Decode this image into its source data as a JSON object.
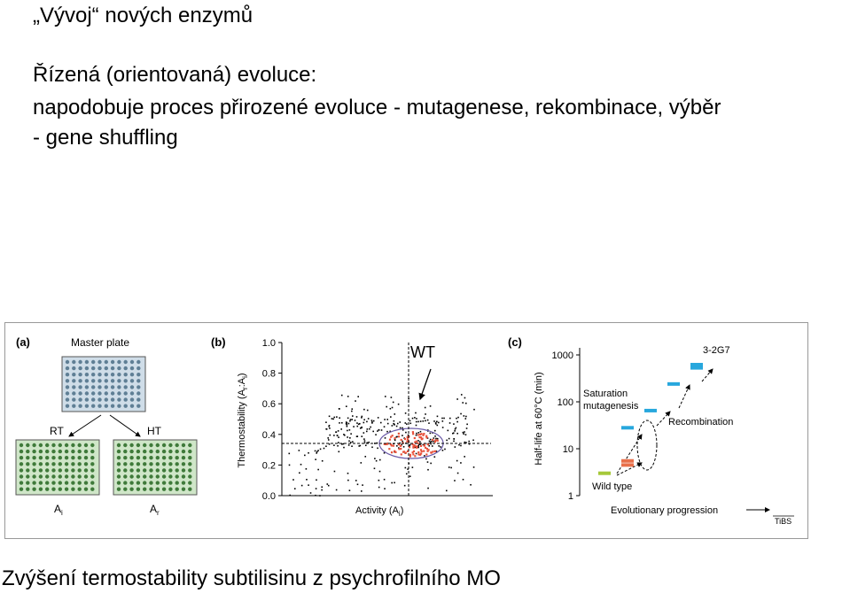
{
  "slide": {
    "title": "„Vývoj“ nových enzymů",
    "line1": "Řízená (orientovaná) evoluce:",
    "line2": "napodobuje proces přirozené evoluce - mutagenese, rekombinace, výběr",
    "line3": "- gene shuffling",
    "caption": "Zvýšení termostability subtilisinu z psychrofilního MO"
  },
  "figure": {
    "panel_a": {
      "label": "(a)",
      "master_plate": "Master plate",
      "rt": "RT",
      "ht": "HT",
      "ai": "A",
      "ai_sub": "i",
      "ar": "A",
      "ar_sub": "r"
    },
    "panel_b": {
      "label": "(b)",
      "wt_label": "WT",
      "chart_data": {
        "type": "scatter",
        "xlabel": "Activity (A",
        "xlabel_sub": "i",
        "xlabel_end": ")",
        "ylabel": "Thermostability (A",
        "ylabel_sub": "r",
        "ylabel_mid": ":A",
        "ylabel_sub2": "i",
        "ylabel_end": ")",
        "yticks": [
          "0.0",
          "0.2",
          "0.4",
          "0.6",
          "0.8",
          "1.0"
        ],
        "ylim": [
          0,
          1.0
        ],
        "wt_threshold_y": 0.35,
        "point_colors": {
          "library": "#000000",
          "wt": "#e8513a"
        },
        "circle_color": "#6a5aa8"
      }
    },
    "panel_c": {
      "label": "(c)",
      "chart_data": {
        "type": "scatter",
        "ylabel": "Half-life at 60°C (min)",
        "xlabel": "Evolutionary progression",
        "yscale": "log",
        "yticks": [
          "1",
          "10",
          "100",
          "1000"
        ],
        "ylim": [
          1,
          1000
        ],
        "labels": {
          "saturation": "Saturation",
          "mutagenesis": "mutagenesis",
          "recombination": "Recombination",
          "wild_type": "Wild type",
          "best": "3-2G7"
        },
        "series": [
          {
            "name": "Wild type",
            "color": "#a6c83a",
            "points": [
              {
                "x": 1,
                "y": 3
              }
            ]
          },
          {
            "name": "Saturation mutagenesis",
            "color": "#e8704a",
            "points": [
              {
                "x": 2,
                "y": 4.5
              },
              {
                "x": 2,
                "y": 5.5
              }
            ]
          },
          {
            "name": "Saturation mutagenesis",
            "color": "#27a7dd",
            "points": [
              {
                "x": 2,
                "y": 28
              }
            ]
          },
          {
            "name": "Recombination",
            "color": "#27a7dd",
            "points": [
              {
                "x": 3,
                "y": 65
              },
              {
                "x": 4,
                "y": 240
              },
              {
                "x": 5,
                "y": 530
              },
              {
                "x": 5,
                "y": 620
              }
            ]
          }
        ]
      },
      "credit": "TiBS"
    }
  }
}
